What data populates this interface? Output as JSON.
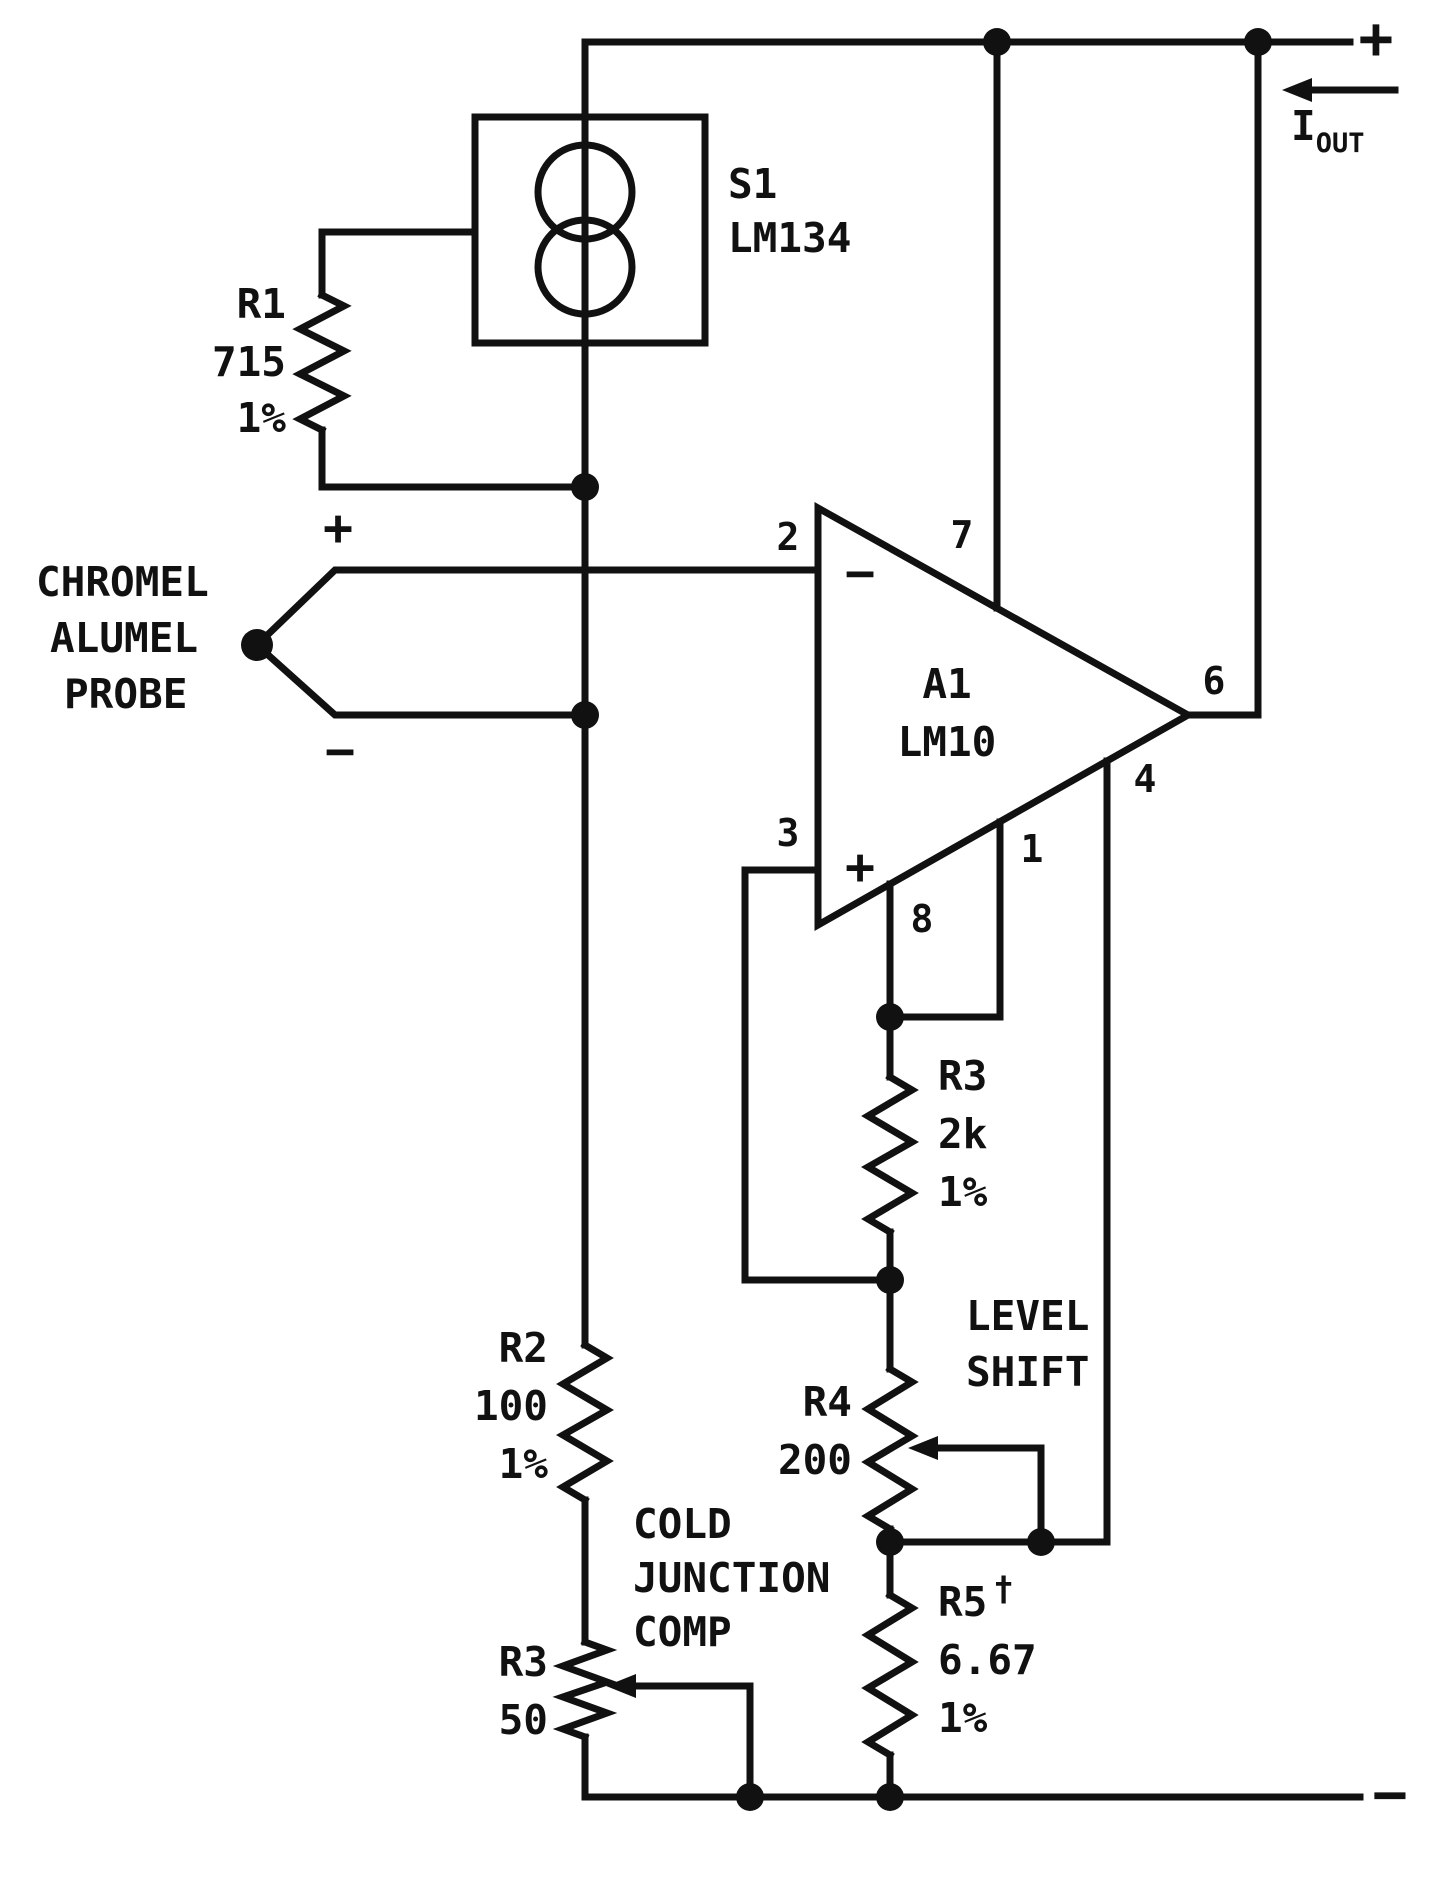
{
  "power": {
    "plus": "+",
    "minus": "−",
    "iout_i": "I",
    "iout_sub": "OUT"
  },
  "s1": {
    "ref": "S1",
    "part": "LM134"
  },
  "r1": {
    "ref": "R1",
    "value": "715",
    "tol": "1%"
  },
  "probe": {
    "line1": "CHROMEL",
    "line2": "ALUMEL",
    "line3": "PROBE",
    "plus": "+",
    "minus": "−"
  },
  "opamp": {
    "ref": "A1",
    "part": "LM10",
    "input_minus": "−",
    "input_plus": "+",
    "pin1": "1",
    "pin2": "2",
    "pin3": "3",
    "pin4": "4",
    "pin6": "6",
    "pin7": "7",
    "pin8": "8"
  },
  "r2": {
    "ref": "R2",
    "value": "100",
    "tol": "1%"
  },
  "r3_feedback": {
    "ref": "R3",
    "value": "2k",
    "tol": "1%"
  },
  "r4": {
    "ref": "R4",
    "value": "200"
  },
  "r5": {
    "ref": "R5",
    "dagger": "†",
    "value": "6.67",
    "tol": "1%"
  },
  "r3_cold": {
    "ref": "R3",
    "value": "50"
  },
  "notes": {
    "level_shift_line1": "LEVEL",
    "level_shift_line2": "SHIFT",
    "cold_line1": "COLD",
    "cold_line2": "JUNCTION",
    "cold_line3": "COMP"
  }
}
